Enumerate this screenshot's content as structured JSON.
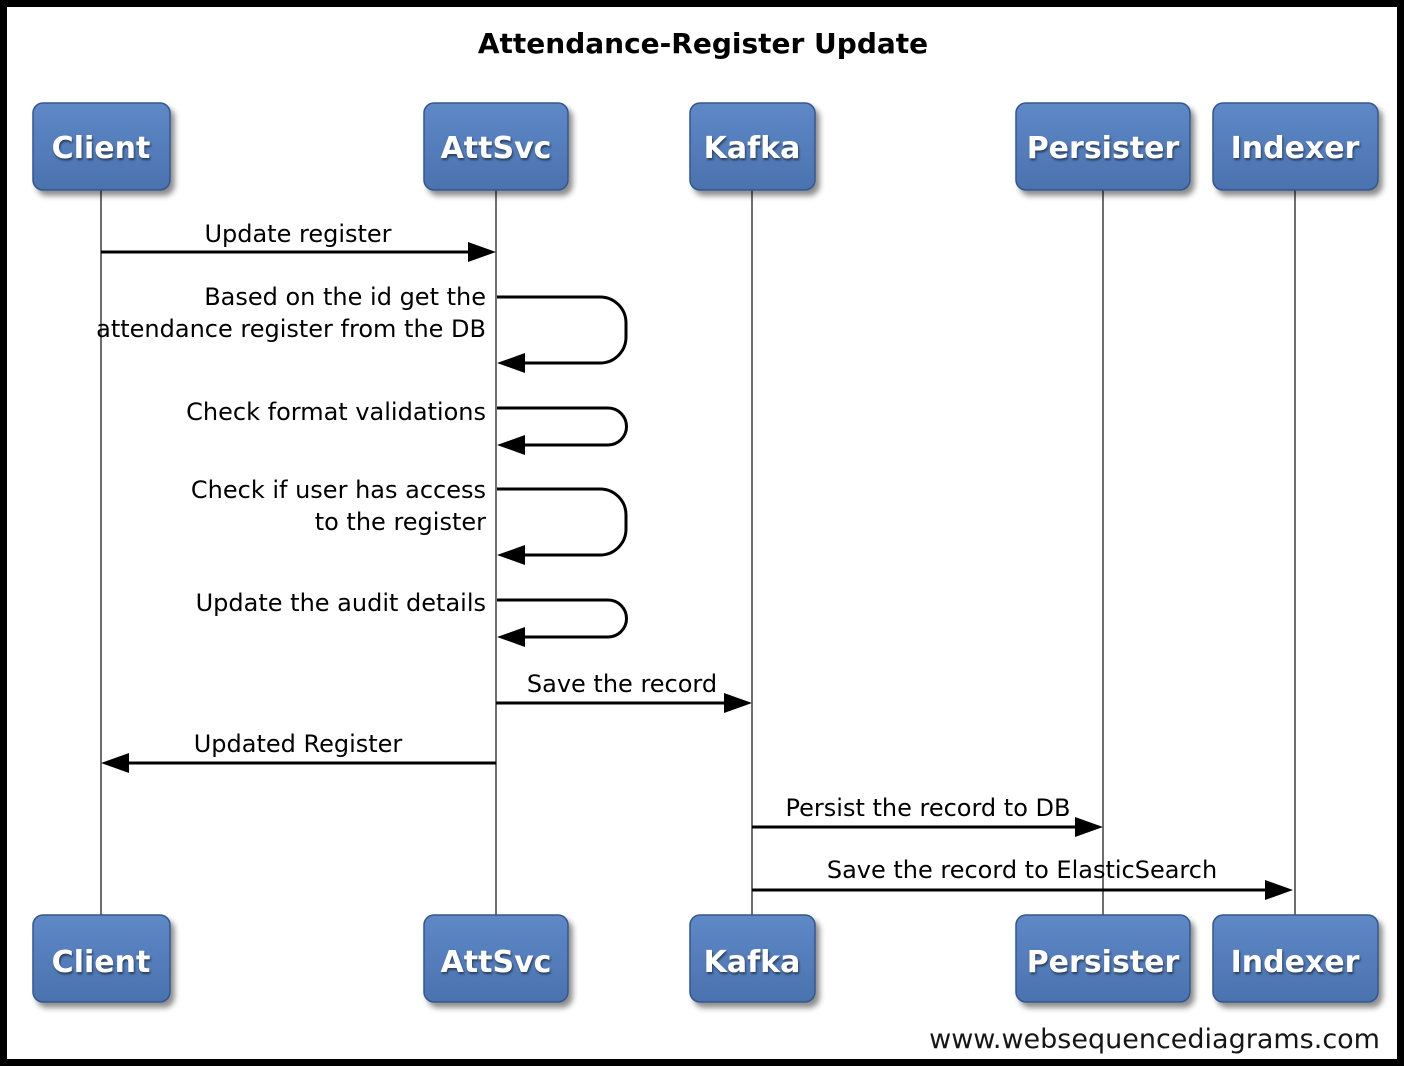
{
  "title": "Attendance-Register Update",
  "watermark": "www.websequencediagrams.com",
  "actors": [
    {
      "name": "Client"
    },
    {
      "name": "AttSvc"
    },
    {
      "name": "Kafka"
    },
    {
      "name": "Persister"
    },
    {
      "name": "Indexer"
    }
  ],
  "messages": [
    {
      "from": "Client",
      "to": "AttSvc",
      "type": "call",
      "label": "Update register"
    },
    {
      "from": "AttSvc",
      "to": "AttSvc",
      "type": "self",
      "label": "Based on the id get the attendance register from the DB",
      "lines": [
        "Based on the id get the",
        "attendance register from the DB"
      ]
    },
    {
      "from": "AttSvc",
      "to": "AttSvc",
      "type": "self",
      "label": "Check format validations",
      "lines": [
        "Check format validations"
      ]
    },
    {
      "from": "AttSvc",
      "to": "AttSvc",
      "type": "self",
      "label": "Check if user has access to the register",
      "lines": [
        "Check if user has access",
        "to the register"
      ]
    },
    {
      "from": "AttSvc",
      "to": "AttSvc",
      "type": "self",
      "label": "Update the audit details",
      "lines": [
        "Update the audit details"
      ]
    },
    {
      "from": "AttSvc",
      "to": "Kafka",
      "type": "call",
      "label": "Save the record"
    },
    {
      "from": "AttSvc",
      "to": "Client",
      "type": "return",
      "label": "Updated Register"
    },
    {
      "from": "Kafka",
      "to": "Persister",
      "type": "call",
      "label": "Persist the record to DB"
    },
    {
      "from": "Kafka",
      "to": "Indexer",
      "type": "call",
      "label": "Save the record to ElasticSearch"
    }
  ],
  "colors": {
    "actor_fill_top": "#5f88c7",
    "actor_fill_bottom": "#4a72ae",
    "actor_border": "#35578c",
    "actor_text": "#ffffff",
    "lifeline": "#6e6e6e",
    "arrow": "#000000",
    "frame": "#000000",
    "background": "#ffffff"
  }
}
